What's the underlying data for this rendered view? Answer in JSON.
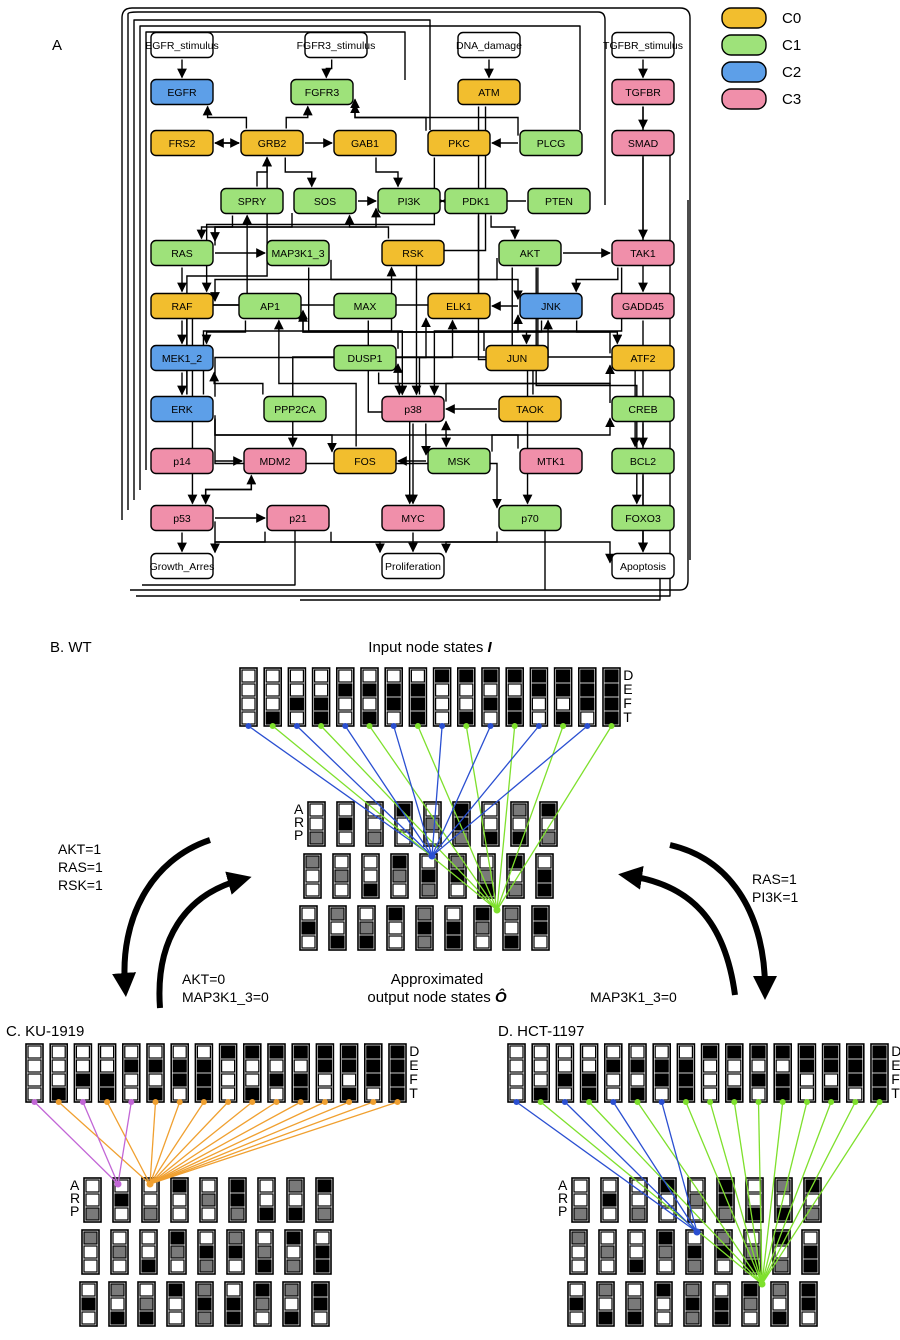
{
  "panel_a": {
    "label": "A",
    "legend": [
      {
        "name": "C0",
        "color": "#F2BE2E"
      },
      {
        "name": "C1",
        "color": "#9EE27A"
      },
      {
        "name": "C2",
        "color": "#5D9FE8"
      },
      {
        "name": "C3",
        "color": "#F08FAA"
      }
    ],
    "nodes": [
      {
        "id": "EGFR_stimulus",
        "label": "EGFR_stimulus",
        "c": -1
      },
      {
        "id": "FGFR3_stimulus",
        "label": "FGFR3_stimulus",
        "c": -1
      },
      {
        "id": "DNA_damage",
        "label": "DNA_damage",
        "c": -1
      },
      {
        "id": "TGFBR_stimulus",
        "label": "TGFBR_stimulus",
        "c": -1
      },
      {
        "id": "EGFR",
        "label": "EGFR",
        "c": 2
      },
      {
        "id": "FGFR3",
        "label": "FGFR3",
        "c": 1
      },
      {
        "id": "ATM",
        "label": "ATM",
        "c": 0
      },
      {
        "id": "TGFBR",
        "label": "TGFBR",
        "c": 3
      },
      {
        "id": "FRS2",
        "label": "FRS2",
        "c": 0
      },
      {
        "id": "GRB2",
        "label": "GRB2",
        "c": 0
      },
      {
        "id": "GAB1",
        "label": "GAB1",
        "c": 0
      },
      {
        "id": "PKC",
        "label": "PKC",
        "c": 0
      },
      {
        "id": "PLCG",
        "label": "PLCG",
        "c": 1
      },
      {
        "id": "SMAD",
        "label": "SMAD",
        "c": 3
      },
      {
        "id": "SPRY",
        "label": "SPRY",
        "c": 1
      },
      {
        "id": "SOS",
        "label": "SOS",
        "c": 1
      },
      {
        "id": "PI3K",
        "label": "PI3K",
        "c": 1
      },
      {
        "id": "PDK1",
        "label": "PDK1",
        "c": 1
      },
      {
        "id": "PTEN",
        "label": "PTEN",
        "c": 1
      },
      {
        "id": "RAS",
        "label": "RAS",
        "c": 1
      },
      {
        "id": "MAP3K1_3",
        "label": "MAP3K1_3",
        "c": 1
      },
      {
        "id": "RSK",
        "label": "RSK",
        "c": 0
      },
      {
        "id": "AKT",
        "label": "AKT",
        "c": 1
      },
      {
        "id": "TAK1",
        "label": "TAK1",
        "c": 3
      },
      {
        "id": "RAF",
        "label": "RAF",
        "c": 0
      },
      {
        "id": "AP1",
        "label": "AP1",
        "c": 1
      },
      {
        "id": "MAX",
        "label": "MAX",
        "c": 1
      },
      {
        "id": "ELK1",
        "label": "ELK1",
        "c": 0
      },
      {
        "id": "JNK",
        "label": "JNK",
        "c": 2
      },
      {
        "id": "GADD45",
        "label": "GADD45",
        "c": 3
      },
      {
        "id": "MEK1_2",
        "label": "MEK1_2",
        "c": 2
      },
      {
        "id": "DUSP1",
        "label": "DUSP1",
        "c": 1
      },
      {
        "id": "JUN",
        "label": "JUN",
        "c": 0
      },
      {
        "id": "ATF2",
        "label": "ATF2",
        "c": 0
      },
      {
        "id": "ERK",
        "label": "ERK",
        "c": 2
      },
      {
        "id": "PPP2CA",
        "label": "PPP2CA",
        "c": 1
      },
      {
        "id": "p38",
        "label": "p38",
        "c": 3
      },
      {
        "id": "TAOK",
        "label": "TAOK",
        "c": 0
      },
      {
        "id": "CREB",
        "label": "CREB",
        "c": 1
      },
      {
        "id": "p14",
        "label": "p14",
        "c": 3
      },
      {
        "id": "MDM2",
        "label": "MDM2",
        "c": 3
      },
      {
        "id": "FOS",
        "label": "FOS",
        "c": 0
      },
      {
        "id": "MSK",
        "label": "MSK",
        "c": 1
      },
      {
        "id": "MTK1",
        "label": "MTK1",
        "c": 3
      },
      {
        "id": "BCL2",
        "label": "BCL2",
        "c": 1
      },
      {
        "id": "p53",
        "label": "p53",
        "c": 3
      },
      {
        "id": "p21",
        "label": "p21",
        "c": 3
      },
      {
        "id": "MYC",
        "label": "MYC",
        "c": 3
      },
      {
        "id": "p70",
        "label": "p70",
        "c": 1
      },
      {
        "id": "FOXO3",
        "label": "FOXO3",
        "c": 1
      },
      {
        "id": "Growth_Arrest",
        "label": "Growth_Arres",
        "c": -1
      },
      {
        "id": "Proliferation",
        "label": "Proliferation",
        "c": -1
      },
      {
        "id": "Apoptosis",
        "label": "Apoptosis",
        "c": -1
      }
    ]
  },
  "panel_b": {
    "label": "B. WT",
    "title": "Input node states ",
    "title_symbol": "I",
    "input_row_letters": [
      "D",
      "E",
      "F",
      "T"
    ],
    "output_row_letters": [
      "A",
      "R",
      "P"
    ],
    "caption_line1": "Approximated",
    "caption_line2": "output node states ",
    "caption_symbol": "Ô",
    "left_down_arrow_text": [
      "AKT=1",
      "RAS=1",
      "RSK=1"
    ],
    "left_up_arrow_text": [
      "AKT=0",
      "MAP3K1_3=0"
    ],
    "right_up_arrow_text": [
      "RAS=1",
      "PI3K=1"
    ],
    "right_down_arrow_text": [
      "MAP3K1_3=0"
    ]
  },
  "panel_c": {
    "label": "C. KU-1919",
    "input_row_letters": [
      "D",
      "E",
      "F",
      "T"
    ],
    "output_row_letters": [
      "A",
      "R",
      "P"
    ]
  },
  "panel_d": {
    "label": "D. HCT-1197",
    "input_row_letters": [
      "D",
      "E",
      "F",
      "T"
    ],
    "output_row_letters": [
      "A",
      "R",
      "P"
    ]
  }
}
